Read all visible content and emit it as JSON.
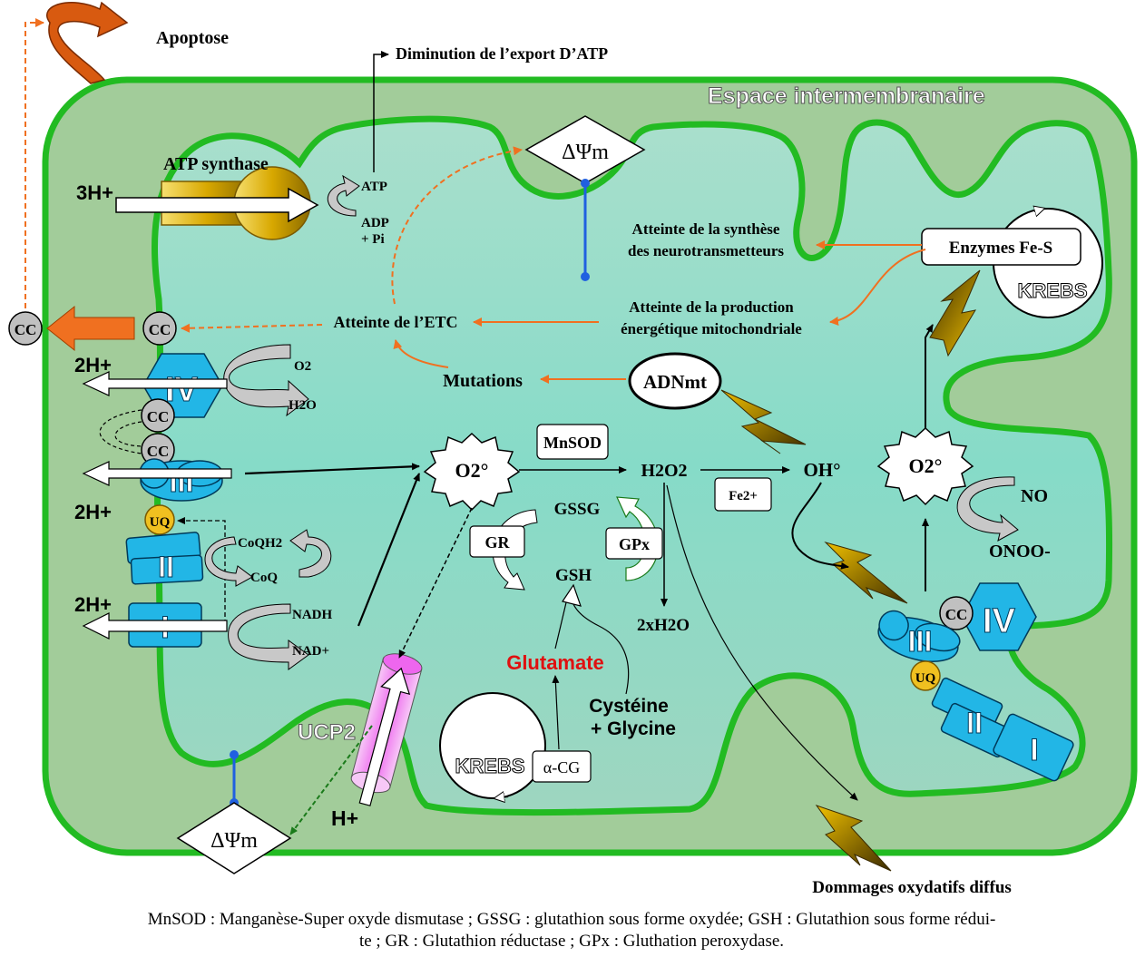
{
  "title": {
    "apoptosis": "Apoptose",
    "atp_export": "Diminution de l’export D’ATP",
    "intermembrane_space": "Espace intermembranaire"
  },
  "atp_synthase": {
    "label": "ATP synthase",
    "protons": "3H+",
    "atp": "ATP",
    "adp_line1": "ADP",
    "adp_line2": "+ Pi"
  },
  "potential": {
    "top": "ΔΨm",
    "bottom": "ΔΨm"
  },
  "effects": {
    "neurotransmitters_line1": "Atteinte de la synthèse",
    "neurotransmitters_line2": "des neurotransmetteurs",
    "energy_line1": "Atteinte de la production",
    "energy_line2": "énergétique mitochondriale",
    "etc": "Atteinte de l’ETC",
    "mutations": "Mutations",
    "diffuse_damage": "Dommages oxydatifs diffus"
  },
  "molecules": {
    "fes_enzymes": "Enzymes Fe-S",
    "krebs_top": "KREBS",
    "krebs_bottom": "KREBS",
    "adnmt": "ADNmt",
    "cc_outside": "CC",
    "cc_inside": "CC",
    "cc_1": "CC",
    "cc_2": "CC",
    "cc_right": "CC",
    "o2": "O2",
    "h2o": "H2O",
    "coqh2": "CoQH2",
    "coq": "CoQ",
    "nadh": "NADH",
    "nad": "NAD+",
    "uq_left": "UQ",
    "uq_right": "UQ",
    "superoxide_main": "O2°",
    "superoxide_right": "O2°",
    "mnsod": "MnSOD",
    "h2o2": "H2O2",
    "fe2": "Fe2+",
    "hydroxyl": "OH°",
    "gssg": "GSSG",
    "gsh": "GSH",
    "gr": "GR",
    "gpx": "GPx",
    "water": "2xH2O",
    "glutamate": "Glutamate",
    "cysteine_line1": "Cystéine",
    "cysteine_line2": "+ Glycine",
    "acg": "α-CG",
    "no": "NO",
    "onoo": "ONOO-",
    "ucp2": "UCP2",
    "h_plus": "H+"
  },
  "complexes": {
    "c4_left": "IV",
    "c3_left": "III",
    "c2_left": "II",
    "c1_left": "I",
    "c4_right": "IV",
    "c3_right": "III",
    "c2_right": "II",
    "c1_right": "I",
    "protons_a": "2H+",
    "protons_b": "2H+",
    "protons_c": "2H+"
  },
  "caption": {
    "line1": "MnSOD : Manganèse-Super oxyde dismutase ; GSSG : glutathion sous forme oxydée; GSH : Glutathion sous forme rédui-",
    "line2": "te ; GR : Glutathion réductase ; GPx : Gluthation peroxydase."
  },
  "colors": {
    "membrane": "#22bb22",
    "matrix": "#8ad8c0",
    "intermembrane": "#a2cc9a",
    "complex": "#22b6e6",
    "atp_synthase": "#d8a800",
    "uq": "#f0c020",
    "cc": "#c0c0c0",
    "arrow_orange": "#f07020",
    "glutamate": "#e01010",
    "ucp2": "#ee66ee"
  }
}
